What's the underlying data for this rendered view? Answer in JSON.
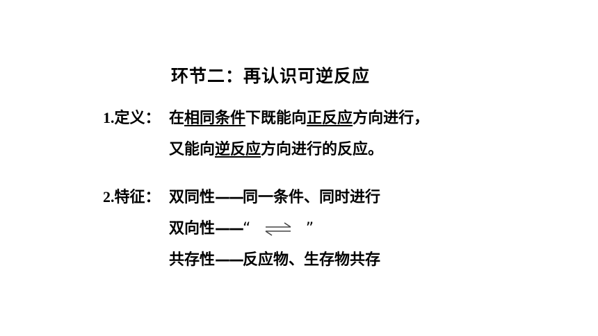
{
  "title": "环节二：再认识可逆反应",
  "definition": {
    "label_num": "1.",
    "label_text": "定义：",
    "line1": {
      "p1": "在",
      "k1": "相同条件",
      "p2": "下既能向",
      "k2": "正反应",
      "p3": "方向进行，"
    },
    "line2": {
      "p1": "又能向",
      "k1": "逆反应",
      "p2": "方向进行的反应。"
    }
  },
  "features": {
    "label_num": "2.",
    "label_text": "特征：",
    "item1": {
      "name": "双同性",
      "dash": "——",
      "desc": "同一条件、同时进行"
    },
    "item2": {
      "name": "双向性",
      "dash": "——",
      "open_quote": "“",
      "symbol": "reversible-arrow",
      "close_quote": "”"
    },
    "item3": {
      "name": "共存性",
      "dash": "——",
      "desc": "反应物、生存物共存"
    }
  }
}
